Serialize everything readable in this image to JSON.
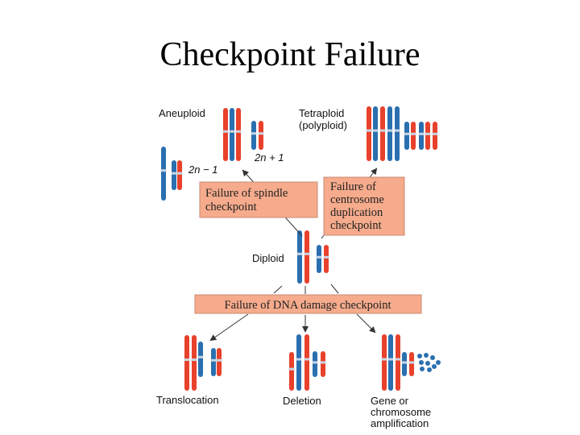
{
  "title": "Checkpoint Failure",
  "labels": {
    "aneuploid": "Aneuploid",
    "tetraploid": "Tetraploid",
    "polyploid": "(polyploid)",
    "two_n_plus_1": "2n + 1",
    "two_n_minus_1": "2n − 1",
    "diploid": "Diploid",
    "translocation": "Translocation",
    "deletion": "Deletion",
    "gene_or": "Gene or",
    "chromosome": "chromosome",
    "amplification": "amplification"
  },
  "boxes": {
    "spindle": [
      "Failure of spindle",
      "checkpoint"
    ],
    "centrosome": [
      "Failure of",
      "centrosome",
      "duplication",
      "checkpoint"
    ],
    "dna_damage": "Failure of DNA damage checkpoint"
  },
  "colors": {
    "red": "#e8412c",
    "blue": "#2a6fb0",
    "box_fill": "#f5ab8c",
    "box_stroke": "#c88a72",
    "band": "#c9d6e3",
    "arrow": "#333333"
  }
}
